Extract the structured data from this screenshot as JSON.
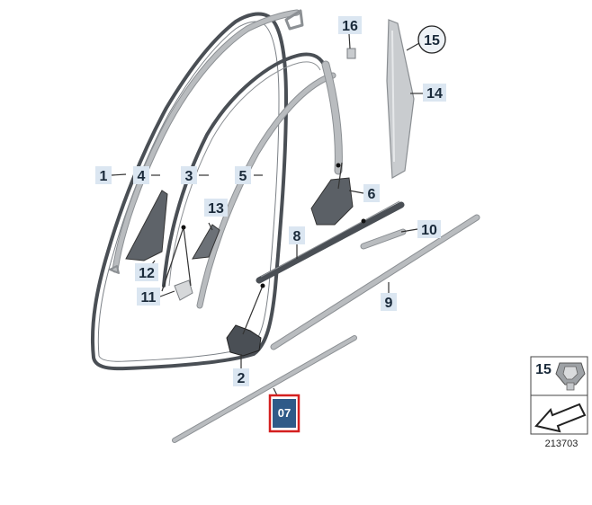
{
  "diagram": {
    "callouts": [
      {
        "id": "1",
        "label": "1"
      },
      {
        "id": "2",
        "label": "2"
      },
      {
        "id": "3",
        "label": "3"
      },
      {
        "id": "4",
        "label": "4"
      },
      {
        "id": "5",
        "label": "5"
      },
      {
        "id": "6",
        "label": "6"
      },
      {
        "id": "8",
        "label": "8"
      },
      {
        "id": "9",
        "label": "9"
      },
      {
        "id": "10",
        "label": "10"
      },
      {
        "id": "11",
        "label": "11"
      },
      {
        "id": "12",
        "label": "12"
      },
      {
        "id": "13",
        "label": "13"
      },
      {
        "id": "14",
        "label": "14"
      },
      {
        "id": "15",
        "label": "15"
      },
      {
        "id": "16",
        "label": "16"
      }
    ],
    "hotspot": {
      "label": "07"
    },
    "legend": {
      "part_number": "15",
      "ref_number": "213703"
    }
  }
}
